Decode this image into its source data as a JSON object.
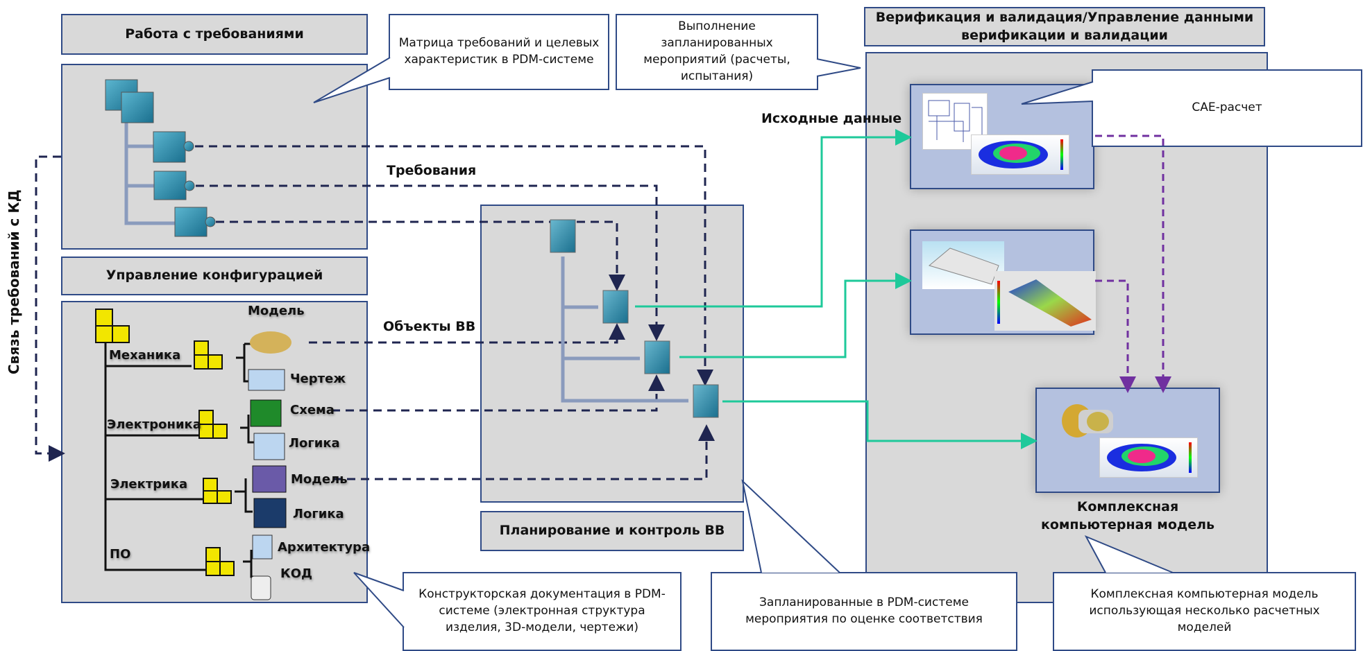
{
  "sections": {
    "requirements_header": "Работа с требованиями",
    "config_header": "Управление конфигурацией",
    "planning_header": "Планирование и контроль ВВ",
    "vv_header": "Верификация и валидация/Управление данными верификации и валидации"
  },
  "vertical_label": "Связь требований с КД",
  "flow_labels": {
    "requirements": "Требования",
    "vv_objects": "Объекты ВВ",
    "source_data": "Исходные данные"
  },
  "callouts": {
    "matrix": "Матрица требований и целевых характеристик в PDM-системе",
    "execution": "Выполнение запланированных мероприятий (расчеты, испытания)",
    "cae": "CAE-расчет",
    "design_docs": "Конструкторская документация в PDM-системе (электронная структура изделия, 3D-модели, чертежи)",
    "planned": "Запланированные в PDM-системе мероприятия по оценке соответствия",
    "complex": "Комплексная компьютерная модель использующая несколько расчетных моделей"
  },
  "product_tree": {
    "top_label": "Модель",
    "branches": [
      {
        "name": "Механика",
        "items": [
          "",
          "Чертеж"
        ]
      },
      {
        "name": "Электроника",
        "items": [
          "Схема",
          "Логика"
        ]
      },
      {
        "name": "Электрика",
        "items": [
          "Модель",
          "Логика"
        ]
      },
      {
        "name": "ПО",
        "items": [
          "Архитектура",
          "КОД"
        ]
      }
    ]
  },
  "complex_model_label": "Комплексная компьютерная модель",
  "colors": {
    "panel": "#d9d9d9",
    "border": "#2f4a86",
    "inner_panel": "#b4c1df",
    "dashed_link": "#1f2550",
    "green_link": "#1ec99a",
    "purple_link": "#7030a0",
    "puzzle": "#2a8fb0",
    "cube": "#f2e600"
  }
}
